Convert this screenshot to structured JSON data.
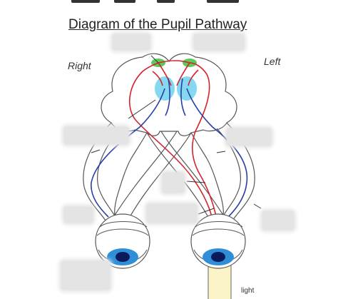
{
  "title": "Diagram of the Pupil Pathway",
  "labels": {
    "right": "Right",
    "left": "Left",
    "light": "light"
  },
  "colors": {
    "afferent": "#d4242c",
    "efferent": "#2a3ea8",
    "nucleus": "#6fd2ee",
    "pretectal": "#3fbf3f",
    "outline": "#555555",
    "iris": "#2e8fd8",
    "pupil": "#0b1a5a",
    "light_beam": "#fbf4c8",
    "label_box": "#e4e4e4"
  },
  "label_boxes": [
    {
      "id": "box-top-left"
    },
    {
      "id": "box-top-right"
    },
    {
      "id": "box-left-mid"
    },
    {
      "id": "box-right-mid"
    },
    {
      "id": "box-center"
    },
    {
      "id": "box-left-lower"
    },
    {
      "id": "box-center-lower"
    },
    {
      "id": "box-right-lower"
    },
    {
      "id": "box-bottom-left"
    }
  ]
}
